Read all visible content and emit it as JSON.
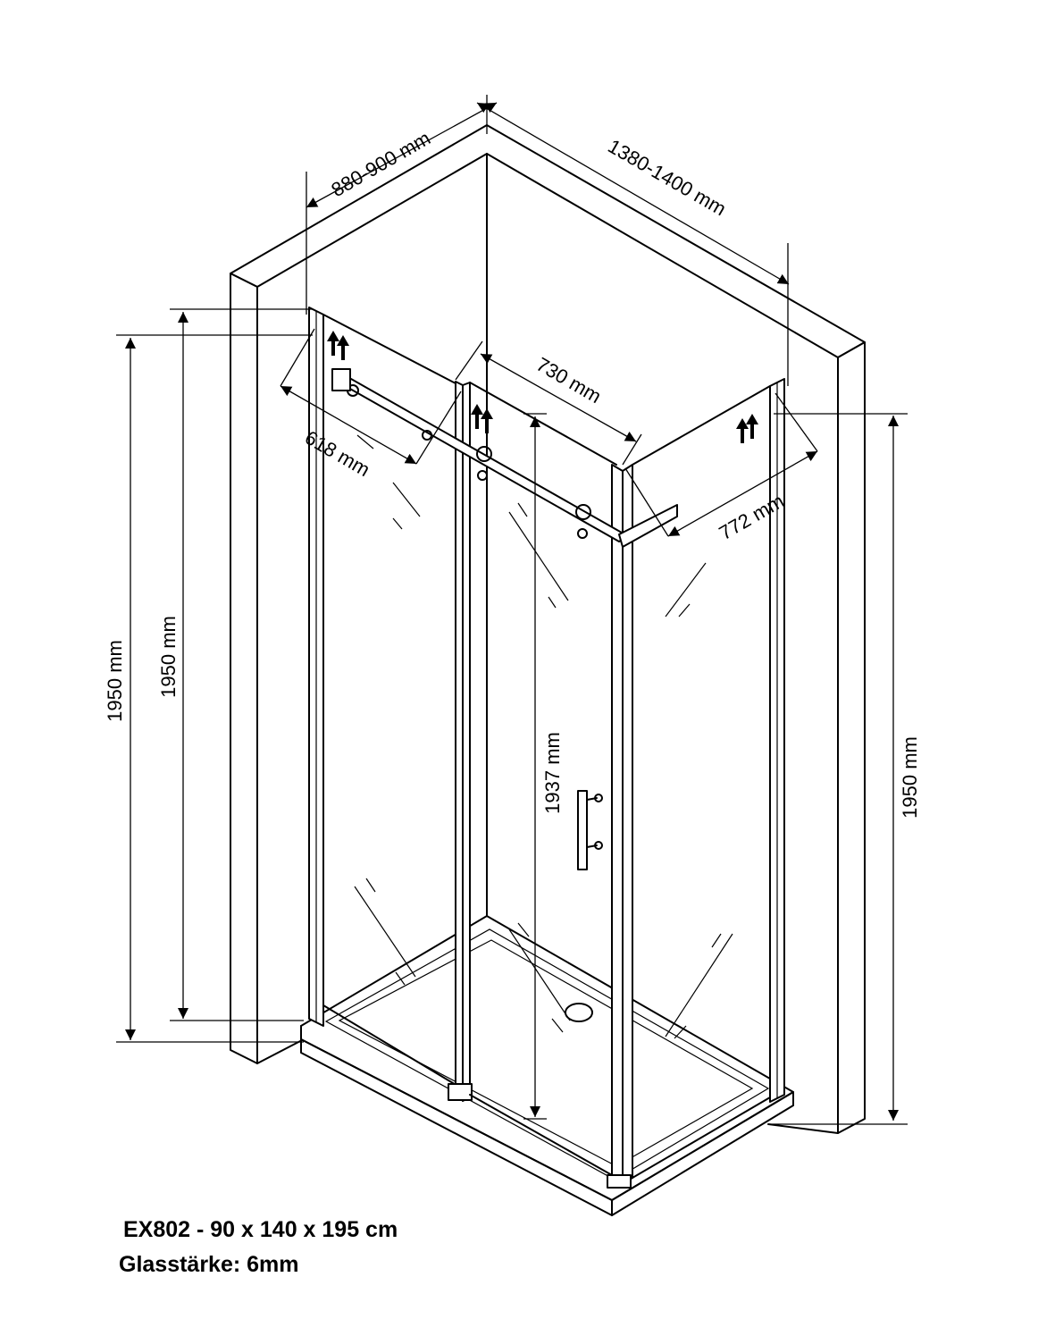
{
  "dimensions": {
    "depth_range": "880-900 mm",
    "width_range": "1380-1400 mm",
    "door_opening": "730 mm",
    "fixed_panel_side": "618 mm",
    "fixed_panel_front": "772 mm",
    "height_left_outer": "1950 mm",
    "height_left_inner": "1950 mm",
    "height_right": "1950 mm",
    "height_door": "1937 mm"
  },
  "caption": {
    "model": "EX802 - 90 x 140 x 195 cm",
    "glass": "Glasstärke: 6mm"
  }
}
